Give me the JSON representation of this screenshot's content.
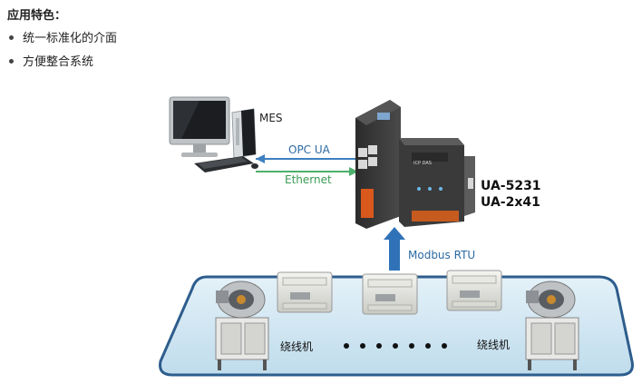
{
  "intro": {
    "heading": "应用特色：",
    "bullets": [
      "统一标准化的介面",
      "方便整合系统"
    ]
  },
  "diagram": {
    "mes_label": "MES",
    "opc_label": "OPC UA",
    "ethernet_label": "Ethernet",
    "modbus_label": "Modbus RTU",
    "models": [
      "UA-5231",
      "UA-2x41"
    ],
    "machine_label_left": "绕线机",
    "machine_label_right": "绕线机",
    "device_brand": "ICP DAS",
    "colors": {
      "opc_arrow": "#3d7fc0",
      "ethernet_arrow": "#4caf6b",
      "modbus_arrow": "#2f72b8",
      "platform_fill": "#d4e9f3",
      "platform_border": "#2d5d8c"
    }
  }
}
